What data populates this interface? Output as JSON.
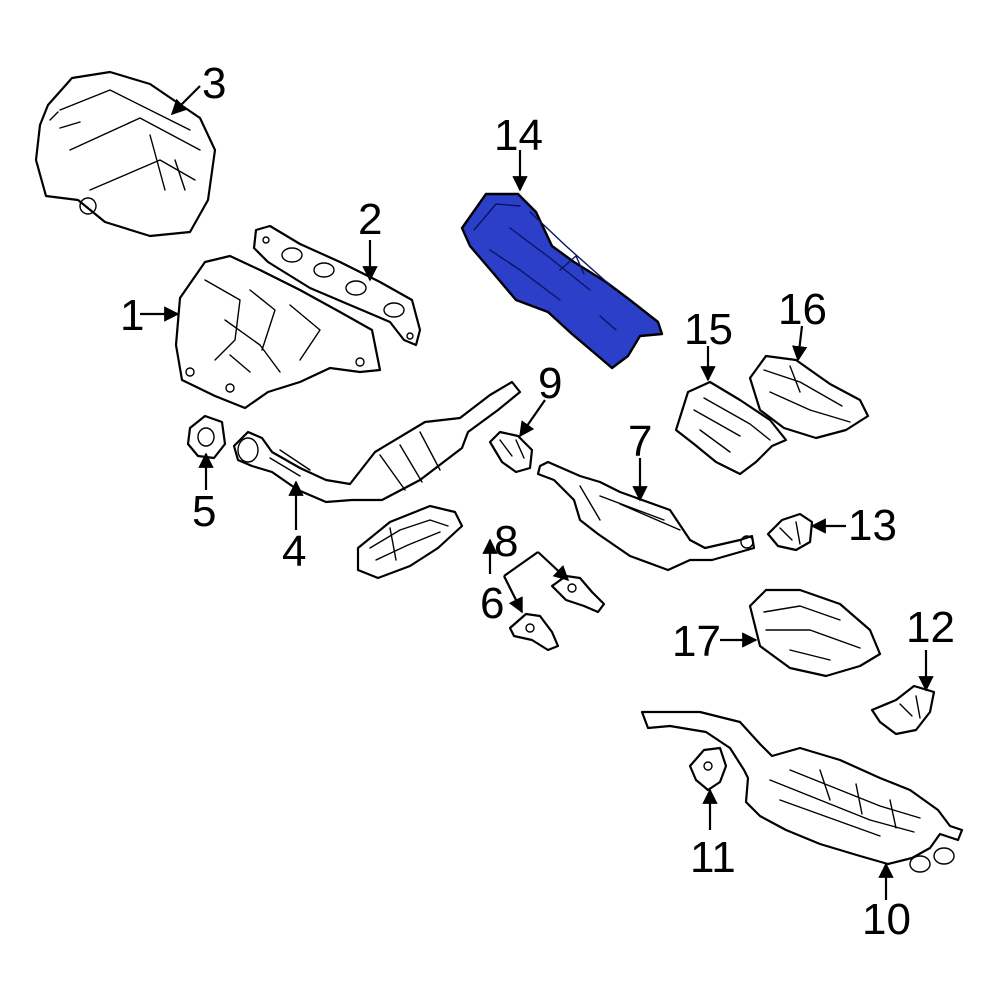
{
  "diagram": {
    "highlight_color": "#2b3fc9",
    "highlighted_part": "14",
    "callouts": {
      "c1": "1",
      "c2": "2",
      "c3": "3",
      "c4": "4",
      "c5": "5",
      "c6": "6",
      "c7": "7",
      "c8": "8",
      "c9": "9",
      "c10": "10",
      "c11": "11",
      "c12": "12",
      "c13": "13",
      "c14": "14",
      "c15": "15",
      "c16": "16",
      "c17": "17"
    }
  }
}
